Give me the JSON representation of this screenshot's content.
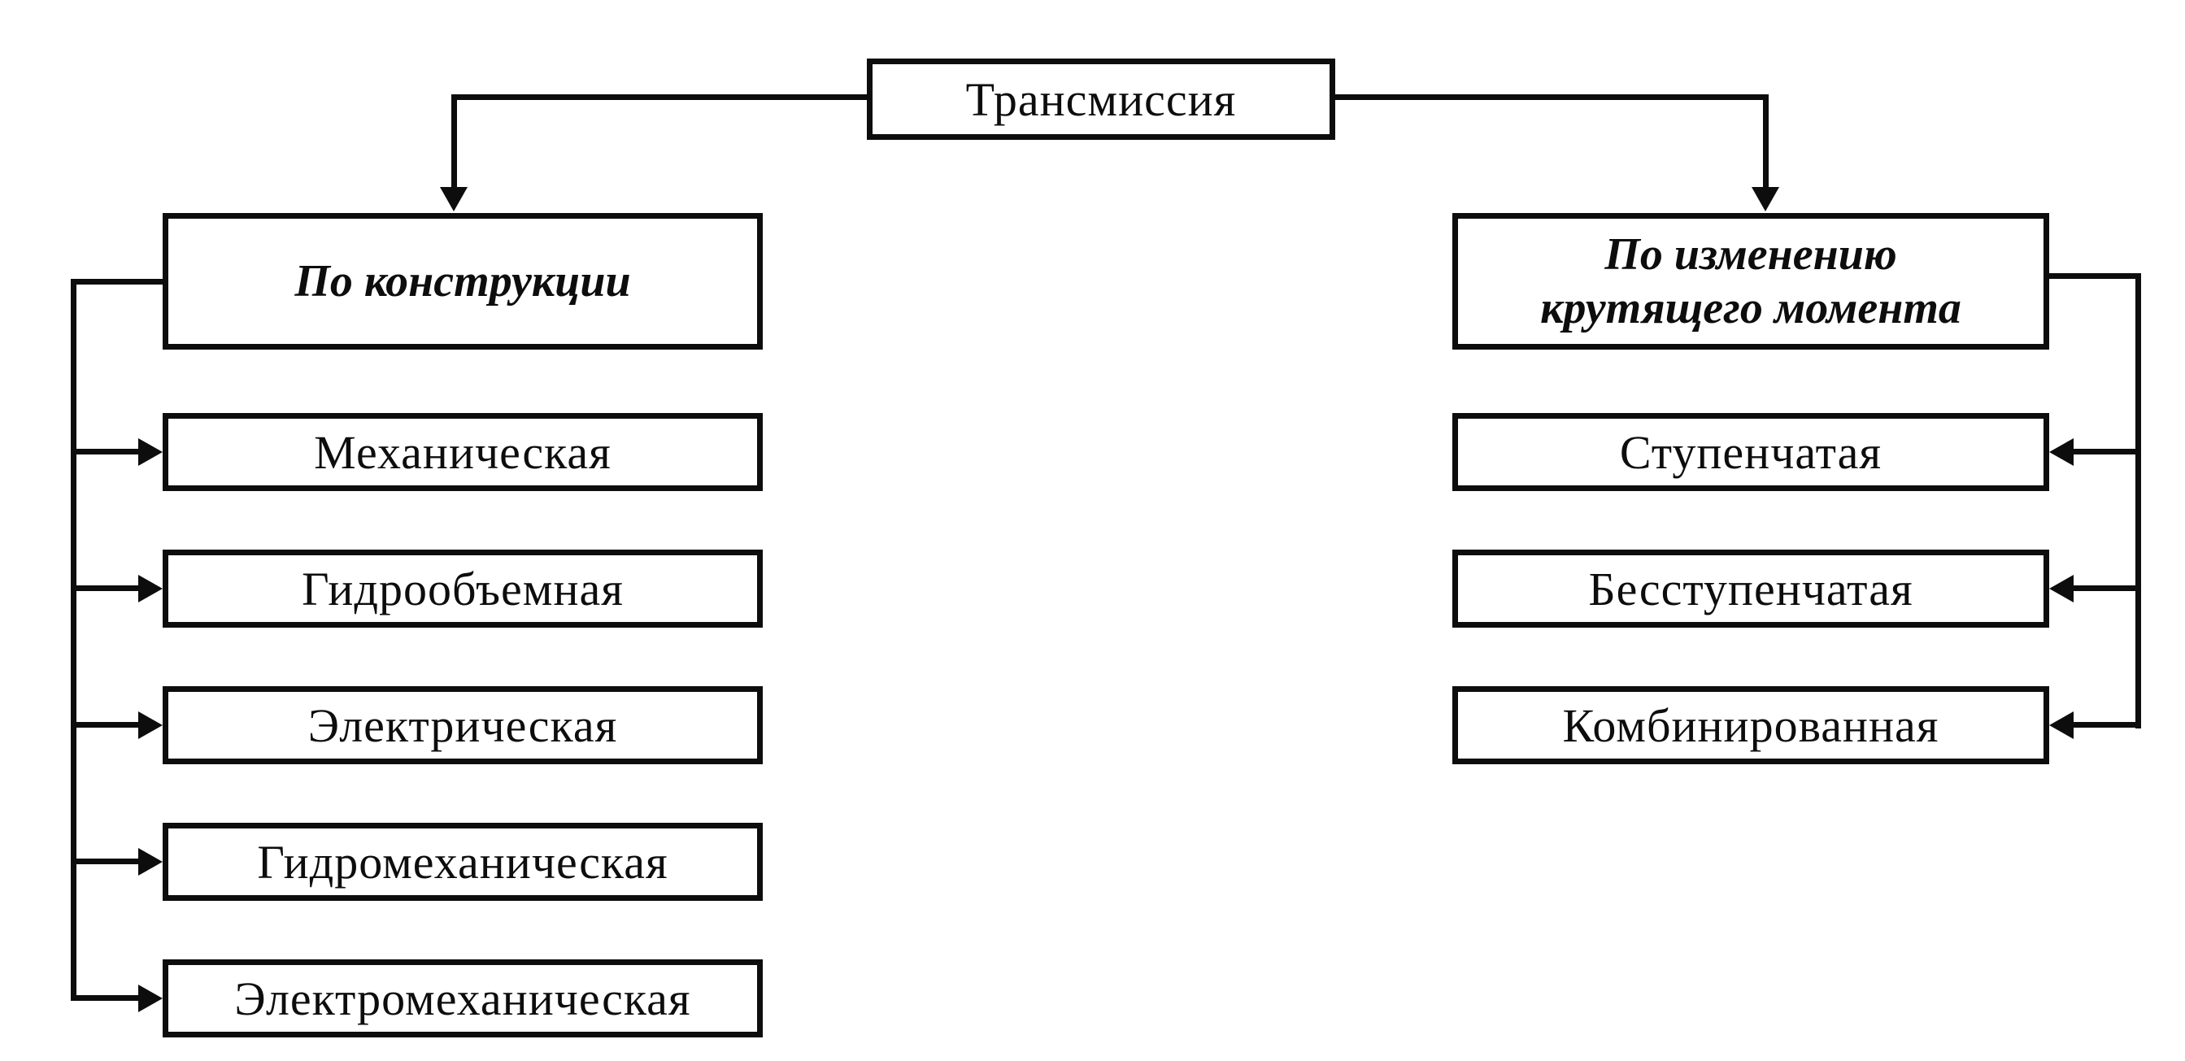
{
  "diagram": {
    "title": "Трансмиссия",
    "left_branch": {
      "category_label": "По конструкции",
      "items": [
        "Механическая",
        "Гидрообъемная",
        "Электрическая",
        "Гидромеханическая",
        "Электромеханическая"
      ]
    },
    "right_branch": {
      "category_label": "По изменению крутящего момента",
      "items": [
        "Ступенчатая",
        "Бесступенчатая",
        "Комбинированная"
      ]
    },
    "colors": {
      "line": "#0d0d0d",
      "background": "#ffffff",
      "box_fill": "#ffffff"
    }
  }
}
